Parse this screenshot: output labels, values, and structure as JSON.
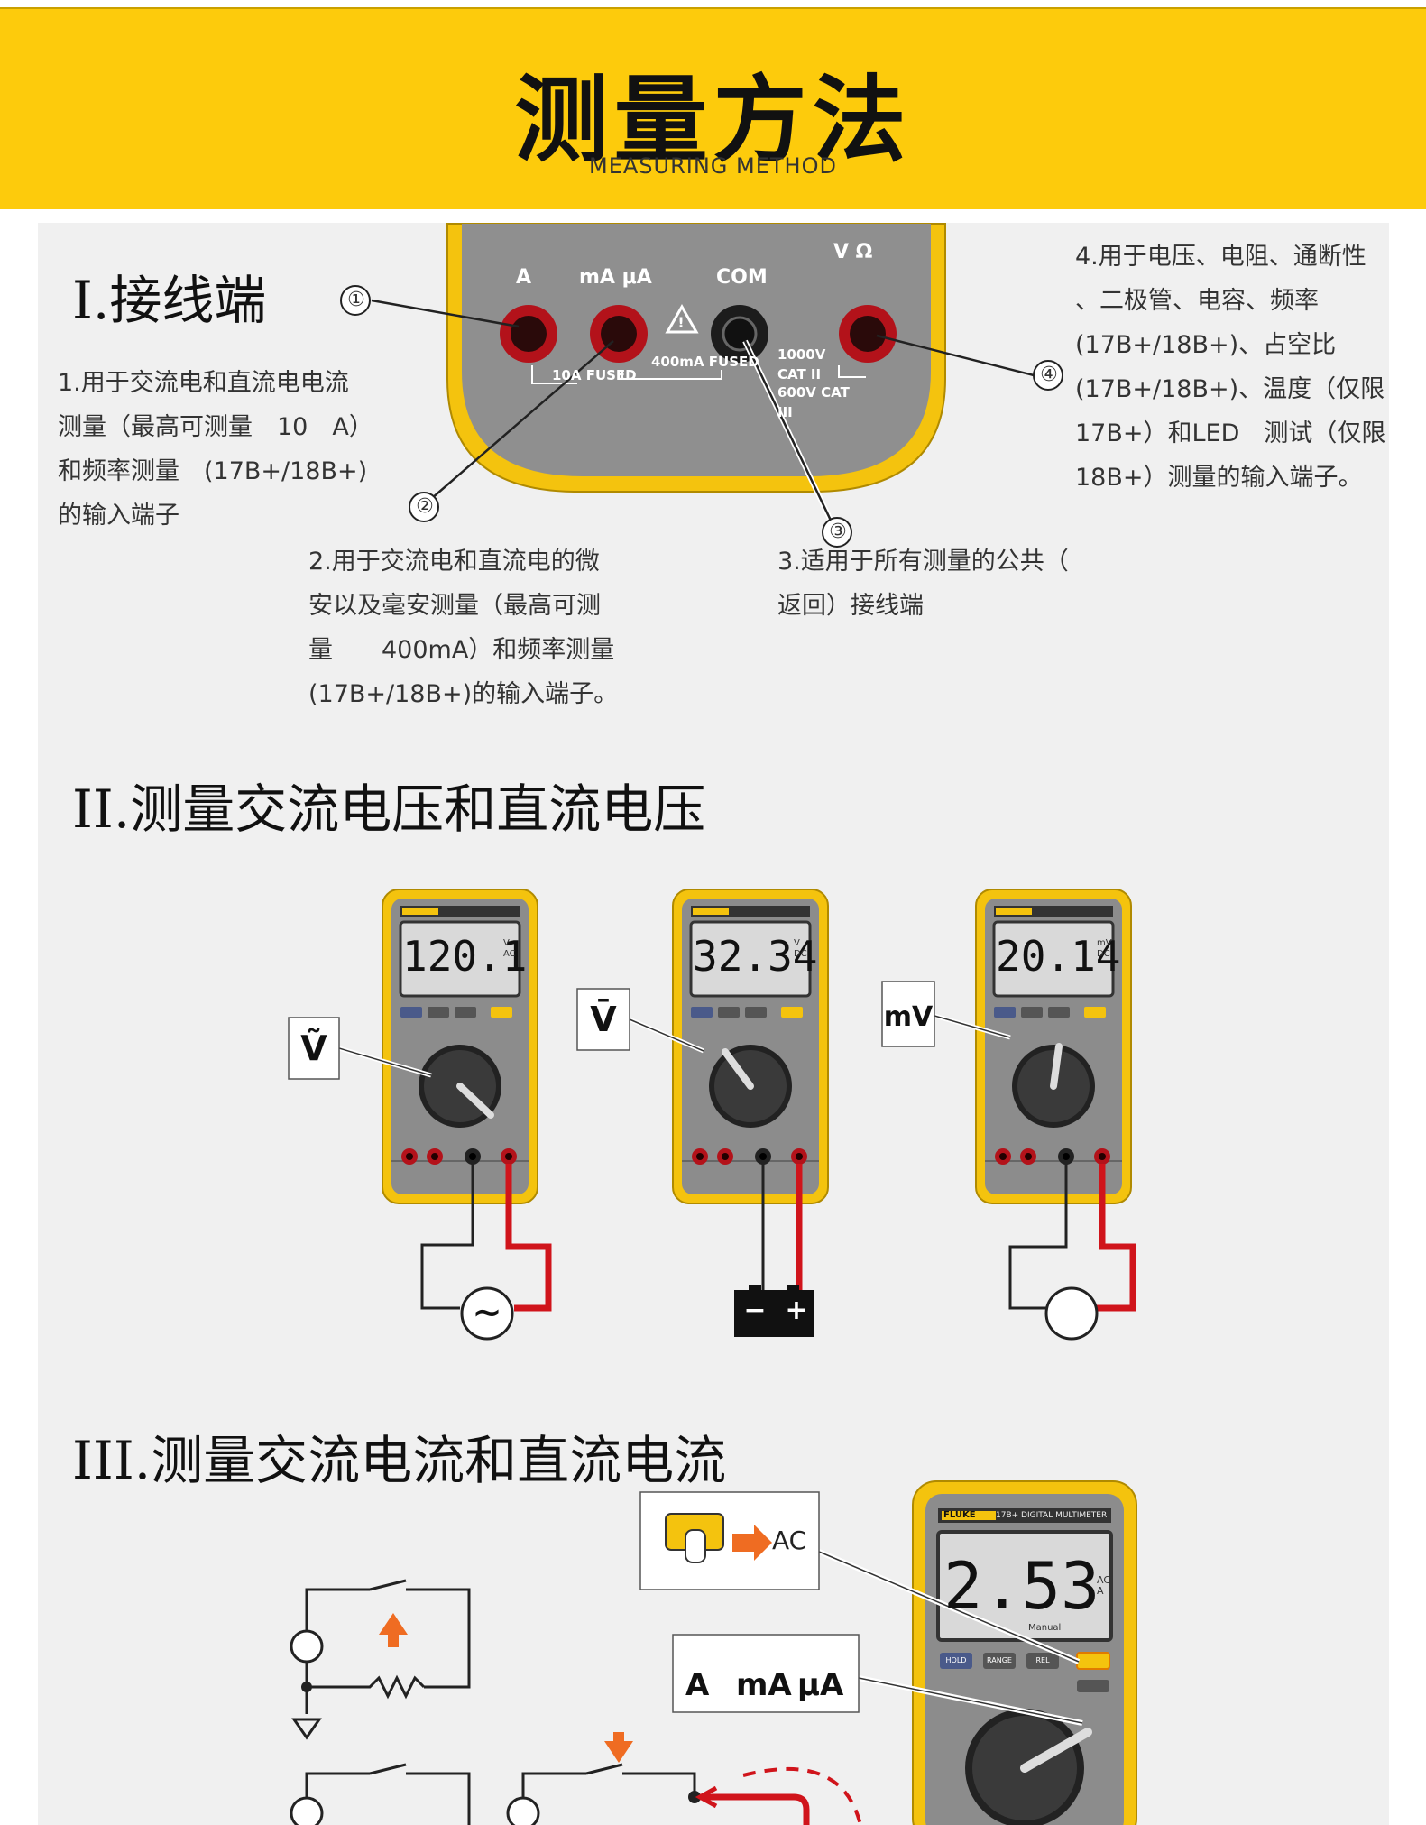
{
  "header": {
    "title": "测量方法",
    "subtitle": "MEASURING METHOD"
  },
  "section1": {
    "title": "I.接线端",
    "terminal_labels": [
      "A",
      "mA μA",
      "COM",
      "V Ω"
    ],
    "fuse_labels": [
      "10A FUSED",
      "400mA FUSED"
    ],
    "cat_labels": [
      "1000V CAT II",
      "600V CAT III"
    ],
    "callouts": [
      "①",
      "②",
      "③",
      "④"
    ],
    "desc1": [
      "1.用于交流电和直流电电流",
      "测量（最高可测量　10　A）",
      "和频率测量　(17B+/18B+)",
      "的输入端子"
    ],
    "desc2": [
      "2.用于交流电和直流电的微",
      "安以及毫安测量（最高可测",
      "量　　400mA）和频率测量",
      "(17B+/18B+)的输入端子。"
    ],
    "desc3": [
      "3.适用于所有测量的公共（",
      "返回）接线端"
    ],
    "desc4": [
      "4.用于电压、电阻、通断性",
      "、二极管、电容、频率",
      "(17B+/18B+)、占空比",
      "(17B+/18B+)、温度（仅限",
      "17B+）和LED　测试（仅限",
      "18B+）测量的输入端子。"
    ]
  },
  "section2": {
    "title": "II.测量交流电压和直流电压",
    "meters": [
      {
        "reading": "120.1",
        "unit": "V AC",
        "mode": "Ṽ"
      },
      {
        "reading": "32.34",
        "unit": "V DC",
        "mode": "V̄"
      },
      {
        "reading": "20.14",
        "unit": "mV DC",
        "mode": "mV"
      }
    ],
    "source_symbols": [
      "~",
      "+",
      "−"
    ]
  },
  "section3": {
    "title": "III.测量交流电流和直流电流",
    "meter_reading": "2.53",
    "meter_unit": "AC A",
    "meter_mode": "Manual",
    "ac_label": "AC",
    "current_modes": [
      "A",
      "mA",
      "μA"
    ],
    "meter_brand": "FLUKE",
    "meter_model": "17B+ DIGITAL MULTIMETER",
    "buttons": [
      "HOLD",
      "RANGE",
      "REL"
    ]
  },
  "colors": {
    "header": "#fdcb0c",
    "meter_yellow": "#f4c30e",
    "meter_gray": "#8c8c8c",
    "lead_red": "#d0141b",
    "arrow_orange": "#ef6c22"
  }
}
